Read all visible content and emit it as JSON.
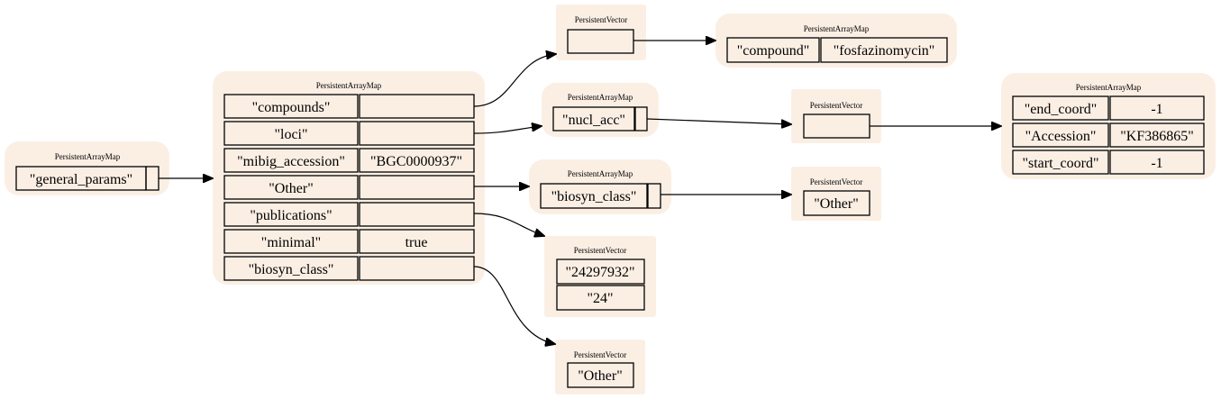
{
  "nodes": {
    "root": {
      "type_label": "PersistentArrayMap",
      "key": "\"general_params\""
    },
    "main_map": {
      "type_label": "PersistentArrayMap",
      "rows": [
        {
          "key": "\"compounds\"",
          "value": ""
        },
        {
          "key": "\"loci\"",
          "value": ""
        },
        {
          "key": "\"mibig_accession\"",
          "value": "\"BGC0000937\""
        },
        {
          "key": "\"Other\"",
          "value": ""
        },
        {
          "key": "\"publications\"",
          "value": ""
        },
        {
          "key": "\"minimal\"",
          "value": "true"
        },
        {
          "key": "\"biosyn_class\"",
          "value": ""
        }
      ]
    },
    "compounds_vector": {
      "type_label": "PersistentVector"
    },
    "compound_map": {
      "type_label": "PersistentArrayMap",
      "key": "\"compound\"",
      "value": "\"fosfazinomycin\""
    },
    "loci_map": {
      "type_label": "PersistentArrayMap",
      "key": "\"nucl_acc\""
    },
    "nucl_acc_vector": {
      "type_label": "PersistentVector"
    },
    "accession_map": {
      "type_label": "PersistentArrayMap",
      "rows": [
        {
          "key": "\"end_coord\"",
          "value": "-1"
        },
        {
          "key": "\"Accession\"",
          "value": "\"KF386865\""
        },
        {
          "key": "\"start_coord\"",
          "value": "-1"
        }
      ]
    },
    "other_map": {
      "type_label": "PersistentArrayMap",
      "key": "\"biosyn_class\""
    },
    "other_vector": {
      "type_label": "PersistentVector",
      "items": [
        "\"Other\""
      ]
    },
    "publications_vector": {
      "type_label": "PersistentVector",
      "items": [
        "\"24297932\"",
        "\"24\""
      ]
    },
    "biosyn_vector": {
      "type_label": "PersistentVector",
      "items": [
        "\"Other\""
      ]
    }
  }
}
